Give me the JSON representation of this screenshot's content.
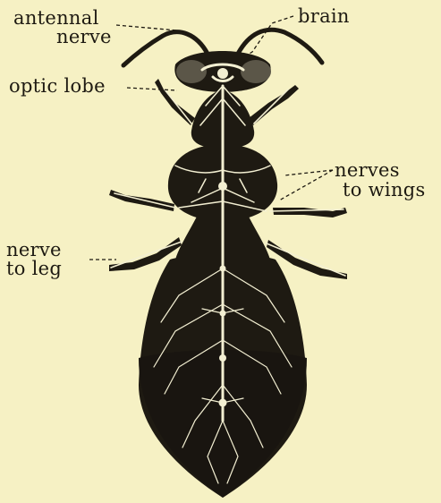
{
  "labels": {
    "antennal_nerve_line1": "antennal",
    "antennal_nerve_line2": "nerve",
    "brain": "brain",
    "optic_lobe": "optic lobe",
    "nerves_to_wings_line1": "nerves",
    "nerves_to_wings_line2": "to wings",
    "nerve_to_leg_line1": "nerve",
    "nerve_to_leg_line2": "to leg"
  },
  "colors": {
    "paper": "#f6f1c4",
    "ink": "#1e1a12",
    "nerve": "#f3efd2",
    "eye": "#5b5648"
  }
}
